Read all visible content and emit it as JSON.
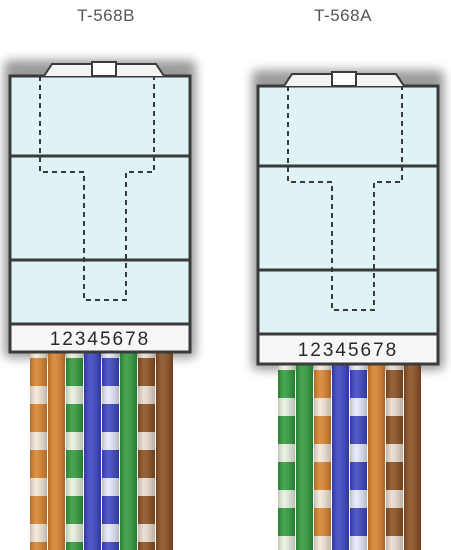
{
  "diagram": {
    "connectors": [
      {
        "standard": "T-568B",
        "pin_numbers": [
          "1",
          "2",
          "3",
          "4",
          "5",
          "6",
          "7",
          "8"
        ],
        "pin_label": "12345678",
        "wires": [
          {
            "pin": 1,
            "base": "#f3e7d6",
            "stripe": "#d9822b"
          },
          {
            "pin": 2,
            "base": "#d9822b",
            "stripe": null
          },
          {
            "pin": 3,
            "base": "#e8f1df",
            "stripe": "#2f9a3a"
          },
          {
            "pin": 4,
            "base": "#3a43c4",
            "stripe": null
          },
          {
            "pin": 5,
            "base": "#e6e8fa",
            "stripe": "#3a43c4"
          },
          {
            "pin": 6,
            "base": "#2f9a3a",
            "stripe": null
          },
          {
            "pin": 7,
            "base": "#eadccf",
            "stripe": "#8a4e1f"
          },
          {
            "pin": 8,
            "base": "#8a4e1f",
            "stripe": null
          }
        ]
      },
      {
        "standard": "T-568A",
        "pin_numbers": [
          "1",
          "2",
          "3",
          "4",
          "5",
          "6",
          "7",
          "8"
        ],
        "pin_label": "12345678",
        "wires": [
          {
            "pin": 1,
            "base": "#e8f1df",
            "stripe": "#2f9a3a"
          },
          {
            "pin": 2,
            "base": "#2f9a3a",
            "stripe": null
          },
          {
            "pin": 3,
            "base": "#f3e7d6",
            "stripe": "#d9822b"
          },
          {
            "pin": 4,
            "base": "#3a43c4",
            "stripe": null
          },
          {
            "pin": 5,
            "base": "#e6e8fa",
            "stripe": "#3a43c4"
          },
          {
            "pin": 6,
            "base": "#d9822b",
            "stripe": null
          },
          {
            "pin": 7,
            "base": "#eadccf",
            "stripe": "#8a4e1f"
          },
          {
            "pin": 8,
            "base": "#8a4e1f",
            "stripe": null
          }
        ]
      }
    ],
    "colors": {
      "connector_body": "#dff3f5",
      "connector_outline": "#3a3a3a",
      "label_band": "#f7f7f7",
      "shadow": "#4a4a4a",
      "title_text": "#555555"
    }
  }
}
